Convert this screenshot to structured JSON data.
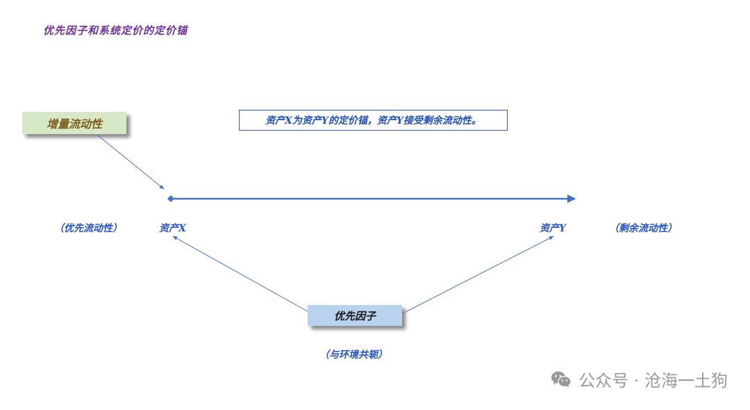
{
  "title": "优先因子和系统定价的定价锚",
  "incremental_liquidity": "增量流动性",
  "note": "资产X为资产Y的定价锚，资产Y接受剩余流动性。",
  "priority_liquidity": "（优先流动性）",
  "asset_x": "资产X",
  "asset_y": "资产Y",
  "residual_liquidity": "（剩余流动性）",
  "priority_factor": "优先因子",
  "resonance": "（与环境共轭）",
  "watermark": {
    "text": "公众号 · 沧海一土狗",
    "icon": "wechat-icon"
  },
  "colors": {
    "title": "#7030a0",
    "arrow": "#4472c4",
    "label": "#2554c7",
    "green_box": "#d7e8c6",
    "blue_box": "#b9d2ee"
  }
}
